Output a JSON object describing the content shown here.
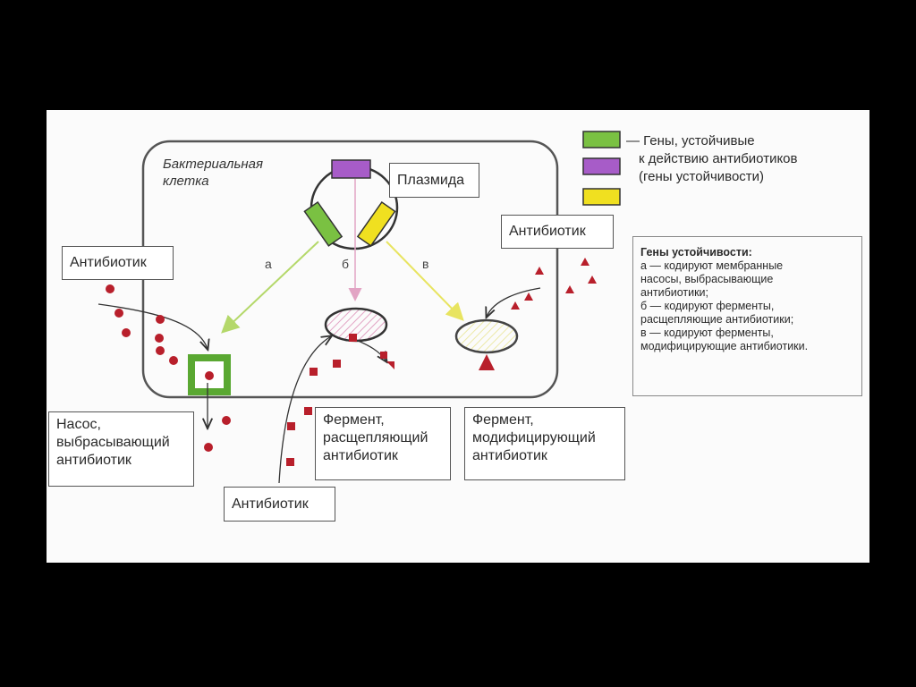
{
  "legend": {
    "line1": "— Гены, устойчивые",
    "line2": "к действию антибиотиков",
    "line3": "(гены устойчивости)",
    "colors": [
      "#7ac142",
      "#a75cc8",
      "#f0e020"
    ]
  },
  "cell_label": [
    "Бактериальная",
    "клетка"
  ],
  "plasmid_label": "Плазмида",
  "path_letters": {
    "a": "а",
    "b": "б",
    "v": "в"
  },
  "antibiotic_labels": {
    "left": "Антибиотик",
    "right": "Антибиотик",
    "bottom": "Антибиотик"
  },
  "pump_label": [
    "Насос,",
    "выбрасывающий",
    "антибиотик"
  ],
  "enzyme_split_label": [
    "Фермент,",
    "расщепляющий",
    "антибиотик"
  ],
  "enzyme_modify_label": [
    "Фермент,",
    "модифицирующий",
    "антибиотик"
  ],
  "genes_info": {
    "title": "Гены устойчивости:",
    "lines": [
      "а — кодируют мембранные",
      "насосы, выбрасывающие",
      "антибиотики;",
      "б — кодируют ферменты,",
      "расщепляющие антибиотики;",
      "в — кодируют ферменты,",
      "модифицирующие антибиотики."
    ]
  },
  "colors": {
    "green_gene": "#7ac142",
    "purple_gene": "#a75cc8",
    "yellow_gene": "#f0e020",
    "antibiotic_red": "#b81f2b",
    "arrow_green": "#b4d86a",
    "arrow_pink": "#e2a4c4",
    "arrow_yellow": "#e8e460"
  }
}
